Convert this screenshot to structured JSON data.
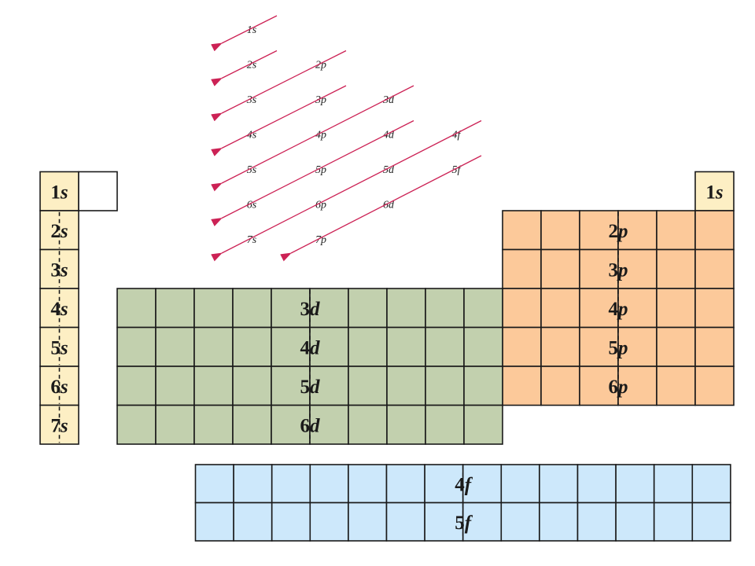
{
  "colors": {
    "s_block": "#fdefc4",
    "p_block": "#fcc99a",
    "d_block": "#c2d0ae",
    "f_block": "#cde8fb",
    "grid": "#1a1a1a",
    "arrow": "#cc2255"
  },
  "blocks": {
    "s_labels": [
      {
        "n": "1",
        "l": "s"
      },
      {
        "n": "2",
        "l": "s"
      },
      {
        "n": "3",
        "l": "s"
      },
      {
        "n": "4",
        "l": "s"
      },
      {
        "n": "5",
        "l": "s"
      },
      {
        "n": "6",
        "l": "s"
      },
      {
        "n": "7",
        "l": "s"
      }
    ],
    "he_label": {
      "n": "1",
      "l": "s"
    },
    "p_labels": [
      {
        "n": "2",
        "l": "p"
      },
      {
        "n": "3",
        "l": "p"
      },
      {
        "n": "4",
        "l": "p"
      },
      {
        "n": "5",
        "l": "p"
      },
      {
        "n": "6",
        "l": "p"
      }
    ],
    "d_labels": [
      {
        "n": "3",
        "l": "d"
      },
      {
        "n": "4",
        "l": "d"
      },
      {
        "n": "5",
        "l": "d"
      },
      {
        "n": "6",
        "l": "d"
      }
    ],
    "f_labels": [
      {
        "n": "4",
        "l": "f"
      },
      {
        "n": "5",
        "l": "f"
      }
    ]
  },
  "aufbau": {
    "rows": [
      [
        "1s"
      ],
      [
        "2s",
        "2p"
      ],
      [
        "3s",
        "3p",
        "3d"
      ],
      [
        "4s",
        "4p",
        "4d",
        "4f"
      ],
      [
        "5s",
        "5p",
        "5d",
        "5f"
      ],
      [
        "6s",
        "6p",
        "6d"
      ],
      [
        "7s",
        "7p"
      ]
    ]
  }
}
